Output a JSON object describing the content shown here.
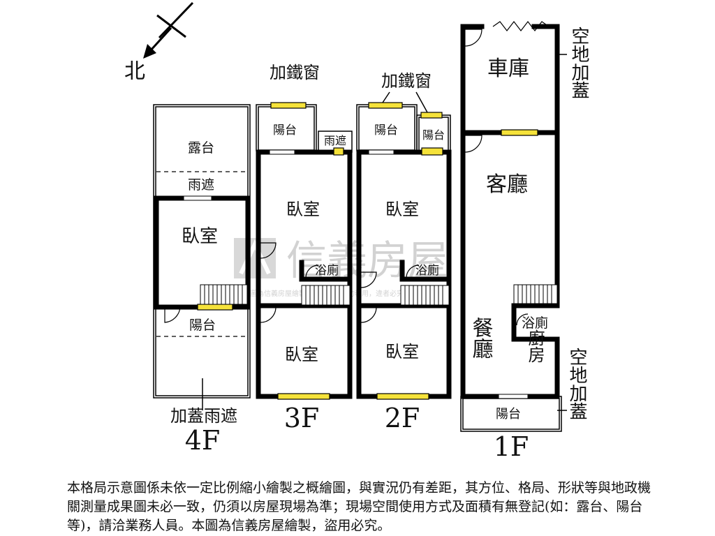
{
  "compass": {
    "north_label": "北"
  },
  "floors": {
    "f4": {
      "floor_label": "4F",
      "rooms": {
        "terrace": "露台",
        "awning": "雨遮",
        "bedroom": "臥室",
        "balcony": "陽台",
        "added_awning": "加蓋雨遮"
      }
    },
    "f3": {
      "floor_label": "3F",
      "rooms": {
        "iron_window": "加鐵窗",
        "balcony": "陽台",
        "awning": "雨遮",
        "bedroom_front": "臥室",
        "bathroom": "浴廁",
        "bedroom_back": "臥室"
      }
    },
    "f2": {
      "floor_label": "2F",
      "rooms": {
        "iron_window": "加鐵窗",
        "balcony_left": "陽台",
        "balcony_right": "陽台",
        "bedroom_front": "臥室",
        "bathroom": "浴廁",
        "bedroom_back": "臥室"
      }
    },
    "f1": {
      "floor_label": "1F",
      "rooms": {
        "garage": "車庫",
        "living_room": "客廳",
        "bathroom": "浴廁",
        "dining_room": "餐廳",
        "kitchen": "廚房",
        "balcony": "陽台",
        "empty_lot_addition_top": "空地加蓋",
        "empty_lot_addition_bottom": "空地加蓋"
      }
    }
  },
  "watermark": {
    "brand": "信義房屋",
    "copyright": "本圖為信義房屋繪製，未經允許請勿轉用，違者必究"
  },
  "disclaimer": "本格局示意圖係未依一定比例縮小繪製之概繪圖，與實況仍有差距，其方位、格局、形狀等與地政機關測量成果圖未必一致，仍須以房屋現場為準；現場空間使用方式及面積有無登記(如：露台、陽台等)，請洽業務人員。本圖為信義房屋繪製，盜用必究。"
}
